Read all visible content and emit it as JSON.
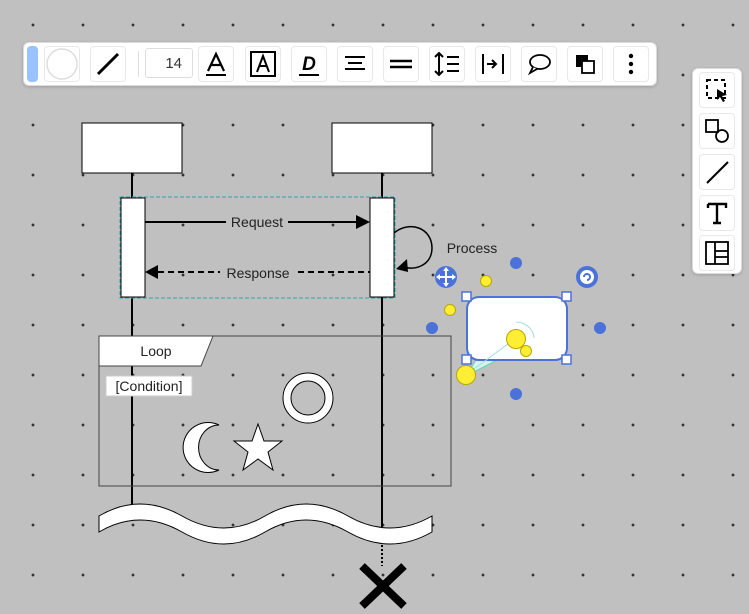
{
  "toolbar": {
    "font_size": "14",
    "fill_color": "#ffffff",
    "stroke_color": "#000000",
    "accent_color": "#99c2ff",
    "buttons": [
      "fill-color",
      "stroke-color",
      "font-size",
      "text-color",
      "text-box",
      "text-style",
      "align-center",
      "line-style",
      "line-spacing",
      "text-spacing",
      "comment",
      "arrange",
      "more"
    ]
  },
  "side_palette": {
    "tools": [
      "select-tool",
      "shapes-tool",
      "line-tool",
      "text-tool",
      "templates-tool"
    ]
  },
  "diagram": {
    "message_request": "Request",
    "message_response": "Response",
    "self_message": "Process",
    "loop_label": "Loop",
    "loop_condition": "[Condition]",
    "selection_color": "#4a72d9",
    "group_selection_color": "#2aa8a8"
  }
}
